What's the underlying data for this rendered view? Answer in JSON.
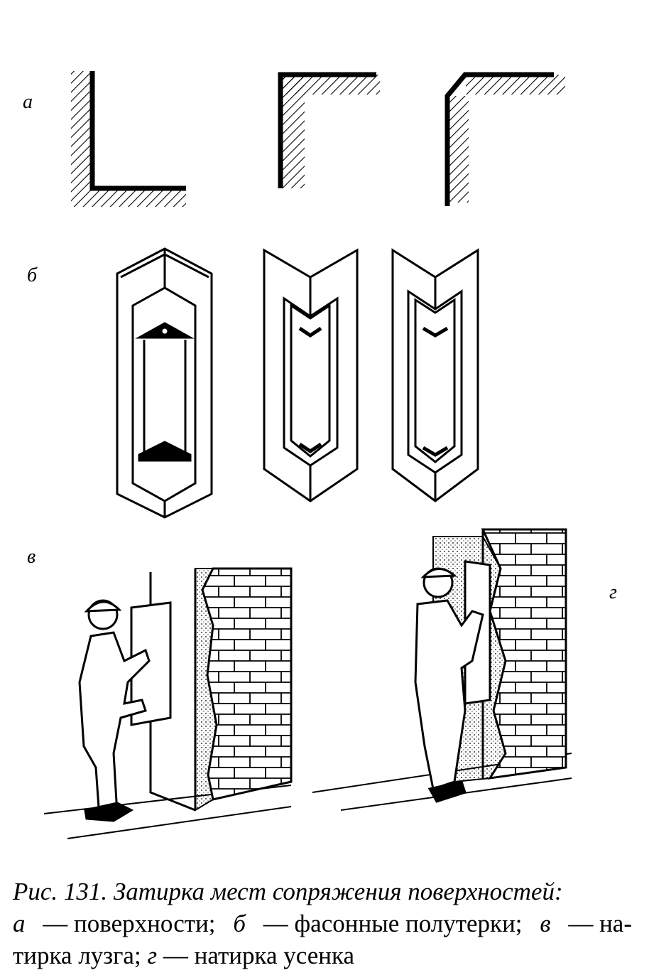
{
  "panel_labels": {
    "a": "а",
    "b": "б",
    "v": "в",
    "g": "г"
  },
  "caption": {
    "title": "Рис. 131. Затирка мест сопряжения поверхностей:",
    "line2": [
      {
        "text": "а",
        "italic": true
      },
      {
        "text": "— поверхности;",
        "italic": false
      },
      {
        "text": "б",
        "italic": true
      },
      {
        "text": "— фасонные полутерки;",
        "italic": false
      },
      {
        "text": "в",
        "italic": true
      },
      {
        "text": "— на-",
        "italic": false
      }
    ],
    "line3": [
      {
        "text": "тирка лузга;",
        "italic": false
      },
      {
        "text": "г",
        "italic": true
      },
      {
        "text": "— натирка усенка",
        "italic": false
      }
    ]
  }
}
